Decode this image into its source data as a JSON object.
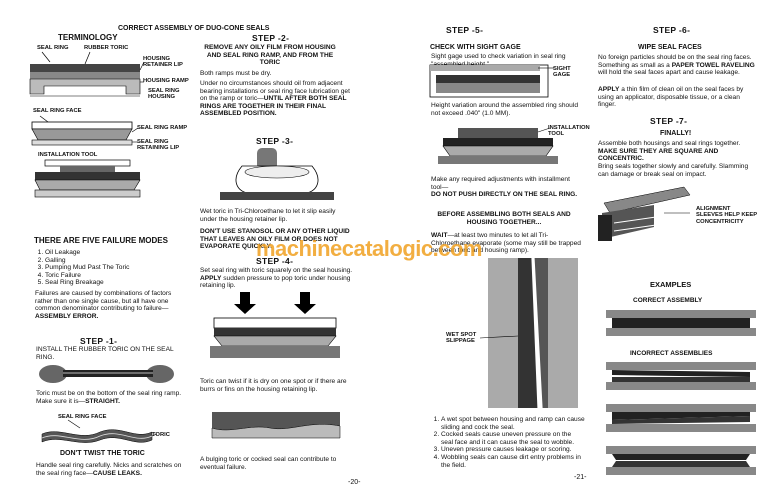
{
  "page_title": "CORRECT ASSEMBLY OF DUO-CONE SEALS",
  "terminology": {
    "heading": "TERMINOLOGY",
    "labels": {
      "seal_ring": "SEAL RING",
      "rubber_toric": "RUBBER TORIC",
      "housing_retainer_lip": "HOUSING RETAINER LIP",
      "housing_ramp": "HOUSING RAMP",
      "seal_ring_housing": "SEAL RING HOUSING",
      "seal_ring_face": "SEAL RING FACE",
      "seal_ring_ramp": "SEAL RING RAMP",
      "seal_ring_retaining_lip": "SEAL RING RETAINING LIP",
      "installation_tool": "INSTALLATION TOOL"
    }
  },
  "failure_modes": {
    "heading": "THERE ARE FIVE FAILURE MODES",
    "items": [
      "Oil Leakage",
      "Galling",
      "Pumping Mud Past The Toric",
      "Toric Failure",
      "Seal Ring Breakage"
    ],
    "text": "Failures are caused by combinations of factors rather than one single cause, but all have one common denominator contributing to failure—",
    "text_bold": "ASSEMBLY ERROR."
  },
  "step1": {
    "heading": "STEP -1-",
    "subheading": "INSTALL THE RUBBER TORIC ON THE SEAL RING.",
    "text": "Toric must be on the bottom of the seal ring ramp. Make sure it is—",
    "text_bold": "STRAIGHT.",
    "label_face": "SEAL RING FACE",
    "label_toric": "TORIC",
    "caption": "DON'T TWIST THE TORIC",
    "footer": "Handle seal ring carefully. Nicks and scratches on the seal ring face—",
    "footer_bold": "CAUSE LEAKS."
  },
  "step2": {
    "heading": "STEP -2-",
    "subheading": "REMOVE ANY OILY FILM FROM HOUSING AND SEAL RING RAMP, AND FROM THE TORIC",
    "p1": "Both ramps must be dry.",
    "p2": "Under no circumstances should oil from adjacent bearing installations or seal ring face lubrication get on the ramp or toric—",
    "p2_bold": "UNTIL AFTER BOTH SEAL RINGS ARE TOGETHER IN THEIR FINAL ASSEMBLED POSITION."
  },
  "step3": {
    "heading": "STEP -3-",
    "text": "Wet toric in Tri-Chloroethane to let it slip easily under the housing retainer lip.",
    "warning": "DON'T USE STANOSOL OR ANY OTHER LIQUID THAT LEAVES AN OILY FILM OR DOES NOT EVAPORATE QUICKLY."
  },
  "step4": {
    "heading": "STEP -4-",
    "text": "Set seal ring with toric squarely on the seal housing.",
    "text_bold": "APPLY",
    "text2": "sudden pressure to pop toric under housing retaining lip.",
    "caption1": "Toric can twist if it is dry on one spot or if there are burrs or fins on the housing retaining lip.",
    "caption2": "A bulging toric or cocked seal can contribute to eventual failure."
  },
  "page_left_number": "-20-",
  "step5": {
    "heading": "STEP -5-",
    "subheading": "CHECK WITH SIGHT GAGE",
    "text": "Sight gage used to check variation in seal ring \"assembled height.\"",
    "label_gage": "SIGHT GAGE",
    "caption": "Height variation around the assembled ring should not exceed .040\" (1.0 MM).",
    "label_tool": "INSTALLATION TOOL",
    "text2": "Make any required adjustments with installment tool—",
    "text2_bold": "DO NOT PUSH DIRECTLY ON THE SEAL RING."
  },
  "before": {
    "heading": "BEFORE ASSEMBLING BOTH SEALS AND HOUSING TOGETHER...",
    "text_bold": "WAIT",
    "text": "—at least two minutes to let all Tri-Chloroethane evaporate (some may still be trapped between toric and housing ramp).",
    "label_wet": "WET SPOT SLIPPAGE",
    "items": [
      "A wet spot between housing and ramp can cause sliding and cock the seal.",
      "Cocked seals cause uneven pressure on the seal face and it can cause the seal to wobble.",
      "Uneven pressure causes leakage or scoring.",
      "Wobbling seals can cause dirt entry problems in the field."
    ]
  },
  "step6": {
    "heading": "STEP -6-",
    "subheading": "WIPE SEAL FACES",
    "p1": "No foreign particles should be on the seal ring faces. Something as small as a",
    "p1_bold": "PAPER TOWEL RAVELING",
    "p1b": "will hold the seal faces apart and cause leakage.",
    "p2_bold": "APPLY",
    "p2": "a thin film of clean oil on the seal faces by using an applicator, disposable tissue, or a clean finger."
  },
  "step7": {
    "heading": "STEP -7-",
    "subheading": "FINALLY!",
    "p1": "Assemble both housings and seal rings together.",
    "p1_bold": "MAKE SURE THEY ARE SQUARE AND CONCENTRIC.",
    "p2": "Bring seals together slowly and carefully. Slamming can damage or break seal on impact.",
    "label_sleeves": "ALIGNMENT SLEEVES HELP KEEP CONCENTRICITY"
  },
  "examples": {
    "heading": "EXAMPLES",
    "correct": "CORRECT ASSEMBLY",
    "incorrect": "INCORRECT ASSEMBLIES"
  },
  "page_right_number": "-21-",
  "watermark": "machinecatalogic.com"
}
